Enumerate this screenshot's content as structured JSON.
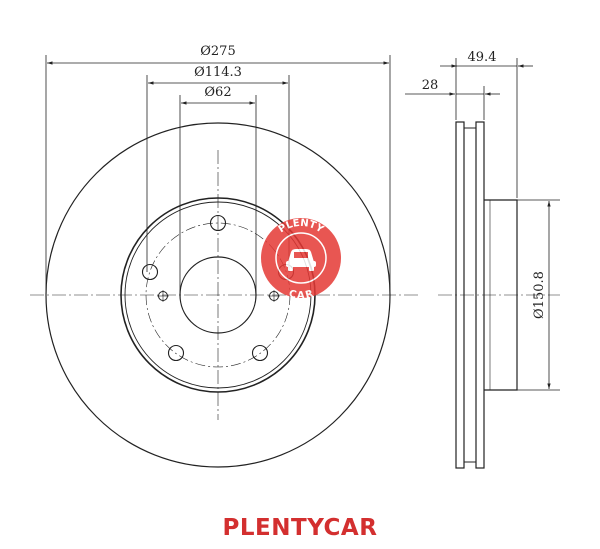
{
  "dimensions": {
    "outer_diameter": "Ø275",
    "bolt_circle": "Ø114.3",
    "center_bore": "Ø62",
    "total_height": "49.4",
    "disc_thickness": "28",
    "hat_diameter": "Ø150.8"
  },
  "watermark": {
    "top_text": "PLENTY",
    "bottom_text": "CAR",
    "icon": "car-icon",
    "color": "#e53935"
  },
  "footer": {
    "brand": "PLENTYCAR",
    "color": "#d32f2f"
  }
}
